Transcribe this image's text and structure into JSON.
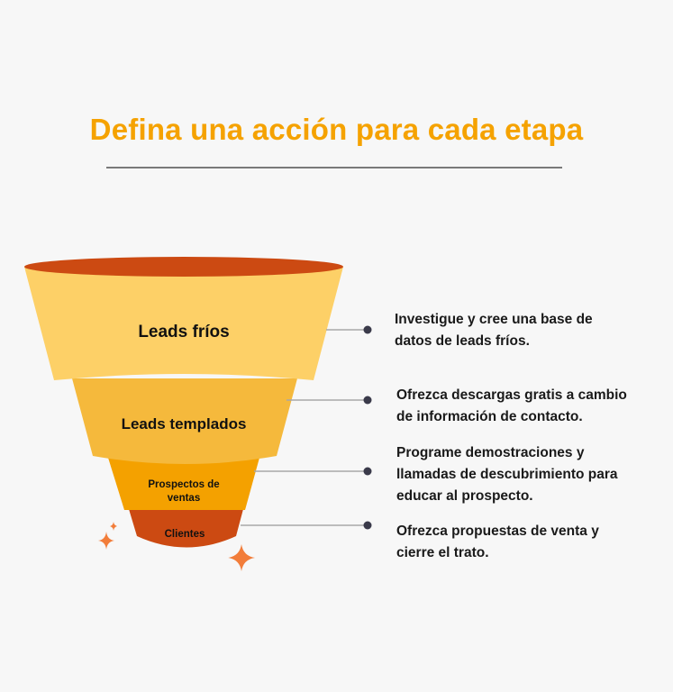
{
  "header": {
    "title": "Defina una acción para cada etapa"
  },
  "colors": {
    "title": "#f5a200",
    "stage1": "#fdd067",
    "stage1_rim": "#cc4a12",
    "stage2": "#f5b93c",
    "stage3": "#f4a100",
    "stage4": "#cc4a12",
    "sparkle": "#f27d3a",
    "connector_line": "#a8a8a8",
    "connector_dot": "#3a3a4a"
  },
  "funnel": {
    "stages": [
      {
        "label": "Leads fríos",
        "description_lines": [
          "Investigue y cree una base de",
          "datos de leads fríos."
        ]
      },
      {
        "label": "Leads templados",
        "description_lines": [
          "Ofrezca descargas gratis a cambio",
          "de información de contacto."
        ]
      },
      {
        "label": "Prospectos de ventas",
        "label_lines": [
          "Prospectos de",
          "ventas"
        ],
        "description_lines": [
          "Programe demostraciones y",
          "llamadas de descubrimiento para",
          "educar al prospecto."
        ]
      },
      {
        "label": "Clientes",
        "description_lines": [
          "Ofrezca propuestas de venta y",
          "cierre el trato."
        ]
      }
    ]
  }
}
